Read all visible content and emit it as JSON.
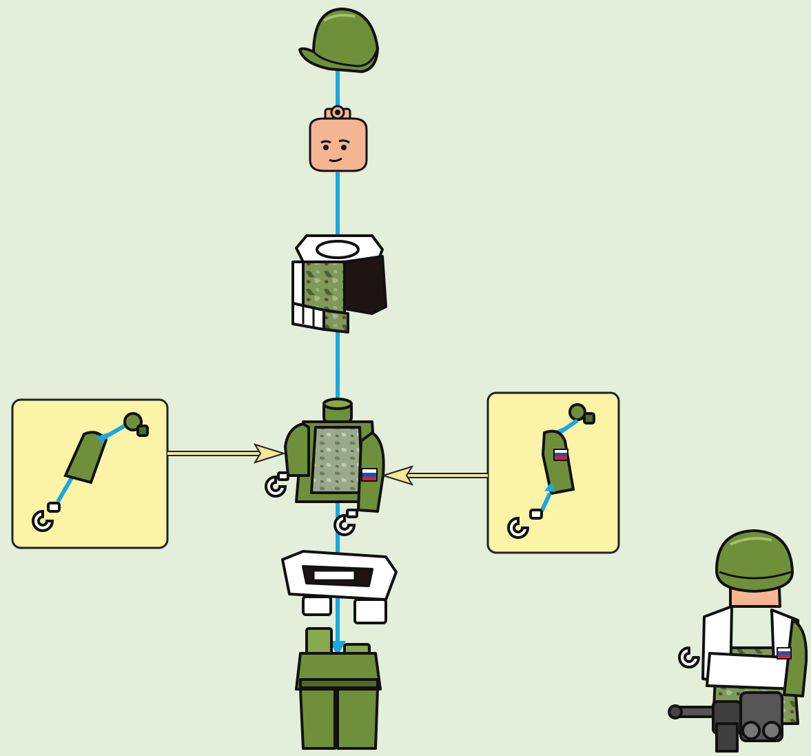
{
  "diagram": {
    "type": "minifigure-assembly-instructions",
    "background": "#e3eedb",
    "colors": {
      "olive": "#6f8f3a",
      "olive_light": "#8aa94f",
      "olive_dark": "#4f6b28",
      "skin": "#f4b592",
      "connector": "#19a8e0",
      "callout_fill": "#fbf3a6",
      "callout_arrow": "#f2e79a",
      "russia_flag": [
        "#ffffff",
        "#1d4fb3",
        "#d8232a"
      ]
    },
    "parts": [
      "helmet",
      "head",
      "vest",
      "torso",
      "arm-left",
      "arm-right",
      "hand-left",
      "hand-right",
      "belt",
      "legs"
    ],
    "callouts": [
      {
        "id": "left-arm-callout",
        "parts": [
          "hand",
          "arm",
          "arm-joint"
        ]
      },
      {
        "id": "right-arm-callout",
        "parts": [
          "hand",
          "arm-with-flag",
          "arm-joint"
        ]
      }
    ],
    "result": "assembled-soldier-minifigure"
  }
}
